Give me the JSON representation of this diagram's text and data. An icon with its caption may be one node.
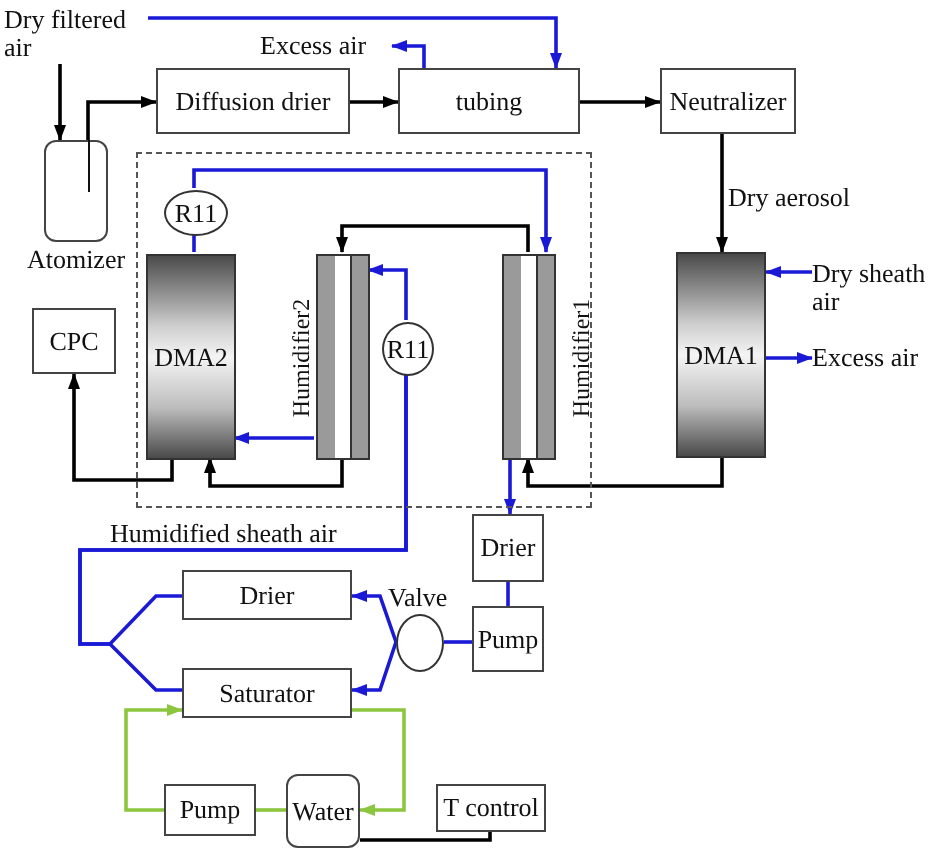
{
  "diagram": {
    "nodes": [
      {
        "text": [
          "Dry filtered air"
        ]
      },
      {
        "text": [
          "Atomizer"
        ]
      },
      {
        "text": [
          "Diffusion drier"
        ]
      },
      {
        "text": [
          "tubing"
        ]
      },
      {
        "text": [
          "Neutralizer"
        ]
      },
      {
        "text": [
          "Excess air"
        ]
      },
      {
        "text": [],
        "shape": "box"
      },
      {
        "text": [
          "R11"
        ],
        "in": 6
      },
      {
        "text": [
          "DMA2"
        ],
        "in": 6
      },
      {
        "text": [
          "Humidifier2"
        ],
        "in": 6
      },
      {
        "text": [
          "R11"
        ],
        "in": 6
      },
      {
        "text": [
          "Humidifier1"
        ],
        "in": 6
      },
      {
        "text": [
          "DMA1"
        ]
      },
      {
        "text": [
          "Dry sheath air"
        ]
      },
      {
        "text": [
          "Excess air"
        ]
      },
      {
        "text": [
          "CPC"
        ]
      },
      {
        "text": [
          "Drier"
        ]
      },
      {
        "text": [
          "Pump"
        ]
      },
      {
        "text": [
          "Valve"
        ]
      },
      {
        "text": [
          "Drier"
        ]
      },
      {
        "text": [
          "Saturator"
        ]
      },
      {
        "text": [
          "Pump"
        ]
      },
      {
        "text": [
          "Water"
        ]
      },
      {
        "text": [
          "T control"
        ]
      }
    ],
    "edges": [
      {
        "from": 0,
        "to": 1,
        "arrow": "to",
        "color": "#000000"
      },
      {
        "from": 1,
        "to": 2,
        "arrow": "to",
        "color": "#000000"
      },
      {
        "from": 2,
        "to": 3,
        "arrow": "to",
        "color": "#000000"
      },
      {
        "from": 3,
        "to": 4,
        "arrow": "to",
        "color": "#000000"
      },
      {
        "from": 0,
        "to": 3,
        "arrow": "to"
      },
      {
        "from": 3,
        "to": 5,
        "arrow": "to"
      },
      {
        "from": 4,
        "to": 12,
        "arrow": "to",
        "label": "Dry aerosol",
        "color": "#000000"
      },
      {
        "from": 7,
        "to": 11,
        "arrow": "to"
      },
      {
        "from": 8,
        "to": 7,
        "arrow": "none"
      },
      {
        "from": 11,
        "to": 9,
        "arrow": "to",
        "color": "#000000"
      },
      {
        "from": 9,
        "to": 8,
        "arrow": "to"
      },
      {
        "from": 12,
        "to": 11,
        "arrow": "to",
        "color": "#000000"
      },
      {
        "from": 9,
        "to": 8,
        "arrow": "to",
        "color": "#000000"
      },
      {
        "from": 8,
        "to": 15,
        "arrow": "to",
        "color": "#000000"
      },
      {
        "from": 13,
        "to": 12,
        "arrow": "to"
      },
      {
        "from": 12,
        "to": 14,
        "arrow": "to"
      },
      {
        "from": 11,
        "to": 16,
        "arrow": "to"
      },
      {
        "from": 16,
        "to": 17,
        "arrow": "none"
      },
      {
        "from": 17,
        "to": 18,
        "arrow": "none"
      },
      {
        "from": 18,
        "to": 19,
        "arrow": "to"
      },
      {
        "from": 18,
        "to": 20,
        "arrow": "to"
      },
      {
        "from": 19,
        "to": 10,
        "arrow": "none"
      },
      {
        "from": 20,
        "to": 10,
        "arrow": "none"
      },
      {
        "from": 10,
        "to": 9,
        "arrow": "to"
      },
      {
        "from": 21,
        "to": 20,
        "arrow": "to",
        "color": "#8cc63f"
      },
      {
        "from": 20,
        "to": 22,
        "arrow": "to",
        "color": "#8cc63f"
      },
      {
        "from": 22,
        "to": 21,
        "arrow": "none",
        "color": "#8cc63f"
      },
      {
        "from": 23,
        "to": 22,
        "arrow": "none",
        "color": "#000000"
      }
    ],
    "labels": [
      "Humidified sheath air"
    ]
  }
}
